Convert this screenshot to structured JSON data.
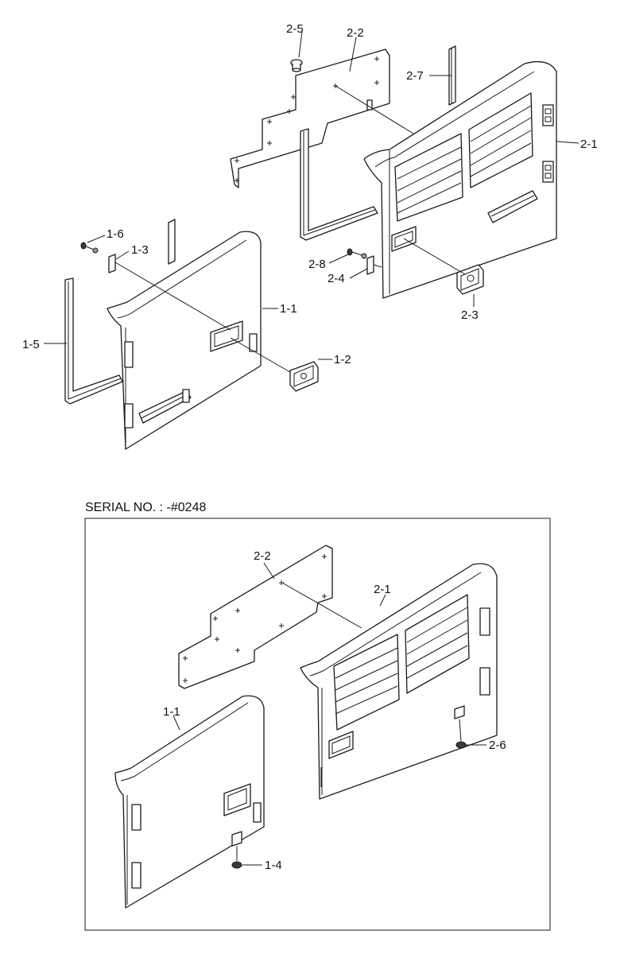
{
  "top_assembly": {
    "labels": {
      "p2_5": "2-5",
      "p2_2": "2-2",
      "p2_7": "2-7",
      "p2_1": "2-1",
      "p1_6": "1-6",
      "p1_3": "1-3",
      "p2_8": "2-8",
      "p2_4": "2-4",
      "p1_1": "1-1",
      "p2_3": "2-3",
      "p1_5": "1-5",
      "p1_2": "1-2"
    }
  },
  "bottom_assembly": {
    "serial_caption": "SERIAL NO. : -#0248",
    "labels": {
      "p2_2": "2-2",
      "p2_1": "2-1",
      "p1_1": "1-1",
      "p2_6": "2-6",
      "p1_4": "1-4"
    }
  }
}
